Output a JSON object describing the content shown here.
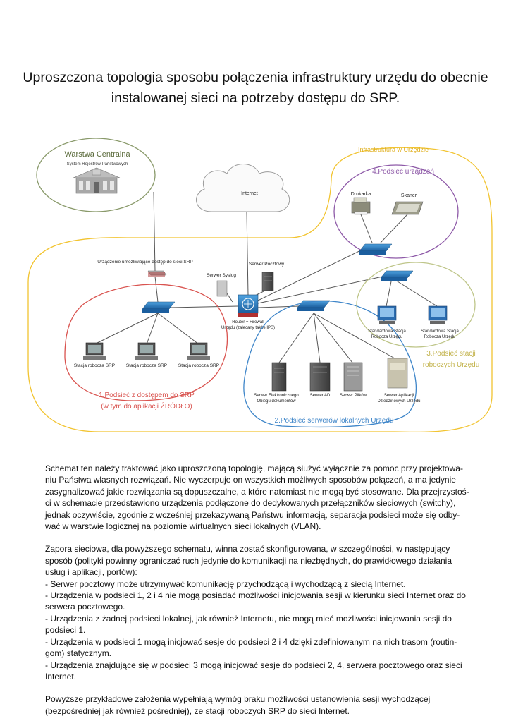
{
  "title": {
    "line1": "Uproszczona topologia sposobu połączenia infrastruktury urzędu do obecnie",
    "line2": "instalowanej sieci na potrzeby dostępu do SRP."
  },
  "diagram": {
    "central_layer": {
      "title": "Warstwa Centralna",
      "subtitle": "System Rejestrów Państwowych"
    },
    "internet_label": "Internet",
    "office_infra_label": "Infrastruktura w Urzędzie",
    "subnet4": {
      "label": "4.Podsieć urządzeń",
      "printer": "Drukarka",
      "scanner": "Skaner"
    },
    "srp_device_label": "Urządzenie umożliwiające dostęp do sieci SRP",
    "syslog_label": "Serwer Syslog",
    "mail_server_label": "Serwer Pocztowy",
    "router_label_line1": "Router + Firewall",
    "router_label_line2": "Urzędu (zalecany także IPS)",
    "subnet1": {
      "workstation": "Stacja robocza SRP",
      "label_line1": "1.Podsieć z dostępem do SRP",
      "label_line2": "(w tym do aplikacji ŹRÓDŁO)"
    },
    "subnet2": {
      "label": "2.Podsieć serwerów lokalnych Urzędu",
      "server1_line1": "Serwer Elektronicznego",
      "server1_line2": "Obiegu dokumentów",
      "server2": "Serwer AD",
      "server3": "Serwer Plików",
      "server4_line1": "Serwer Aplikacji",
      "server4_line2": "Dziedzinowych Urzędu"
    },
    "subnet3": {
      "station_line1": "Standardowa Stacja",
      "station_line2": "Robocza Urzędu",
      "label_line1": "3.Podsieć stacji",
      "label_line2": "roboczych Urzędu"
    },
    "colors": {
      "central": "#8a9a6b",
      "infra": "#f2c431",
      "subnet4": "#8e5aa8",
      "subnet1": "#d9534f",
      "subnet2": "#3f86c9",
      "subnet3": "#bfc68a",
      "switch": "#1f6fb2"
    }
  },
  "paragraphs": {
    "p1": [
      " Schemat ten należy traktować jako uproszczoną topologię, mającą służyć wyłącznie za pomoc przy projektowa-",
      "niu Państwa własnych rozwiązań. Nie wyczerpuje on wszystkich możliwych sposobów połączeń, a ma jedynie",
      "zasygnalizować jakie rozwiązania są dopuszczalne, a które natomiast nie mogą być stosowane. Dla przejrzystoś-",
      "ci w schemacie przedstawiono urządzenia podłączone do dedykowanych przełączników sieciowych (switchy),",
      "jednak oczywiście, zgodnie z wcześniej przekazywaną Państwu informacją, separacja podsieci może się odby-",
      "wać w warstwie logicznej na poziomie wirtualnych sieci lokalnych (VLAN)."
    ],
    "p2": [
      "Zapora sieciowa, dla powyższego schematu, winna zostać skonfigurowana, w szczególności, w następujący",
      "sposób (polityki powinny ograniczać ruch jedynie do komunikacji na niezbędnych, do prawidłowego działania",
      "usług i aplikacji, portów):",
      "- Serwer pocztowy może utrzymywać komunikację przychodzącą i wychodzącą z siecią Internet.",
      "- Urządzenia w podsieci 1, 2 i 4 nie mogą posiadać możliwości inicjowania sesji w kierunku sieci Internet oraz do",
      "serwera pocztowego.",
      "- Urządzenia z żadnej podsieci lokalnej, jak również Internetu, nie mogą mieć możliwości inicjowania sesji do",
      "podsieci 1.",
      "- Urządzenia w podsieci 1 mogą inicjować sesje do podsieci 2 i 4 dzięki zdefiniowanym na nich trasom (routin-",
      "gom) statycznym.",
      "- Urządzenia znajdujące się w podsieci 3 mogą inicjować sesje do podsieci 2, 4, serwera pocztowego oraz sieci",
      "Internet."
    ],
    "p3": [
      "Powyższe przykładowe założenia wypełniają wymóg braku możliwości ustanowienia sesji wychodzącej",
      "(bezpośredniej jak również pośredniej), ze stacji roboczych SRP do sieci Internet."
    ]
  }
}
